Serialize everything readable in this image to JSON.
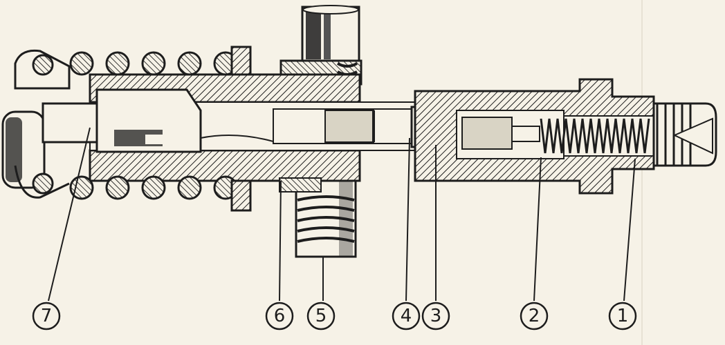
{
  "diagram": {
    "callouts": [
      {
        "id": "7",
        "label": "7"
      },
      {
        "id": "6",
        "label": "6"
      },
      {
        "id": "5",
        "label": "5"
      },
      {
        "id": "4",
        "label": "4"
      },
      {
        "id": "3",
        "label": "3"
      },
      {
        "id": "2",
        "label": "2"
      },
      {
        "id": "1",
        "label": "1"
      }
    ]
  },
  "colors": {
    "paper": "#f6f2e7",
    "ink": "#1d1d1d"
  }
}
